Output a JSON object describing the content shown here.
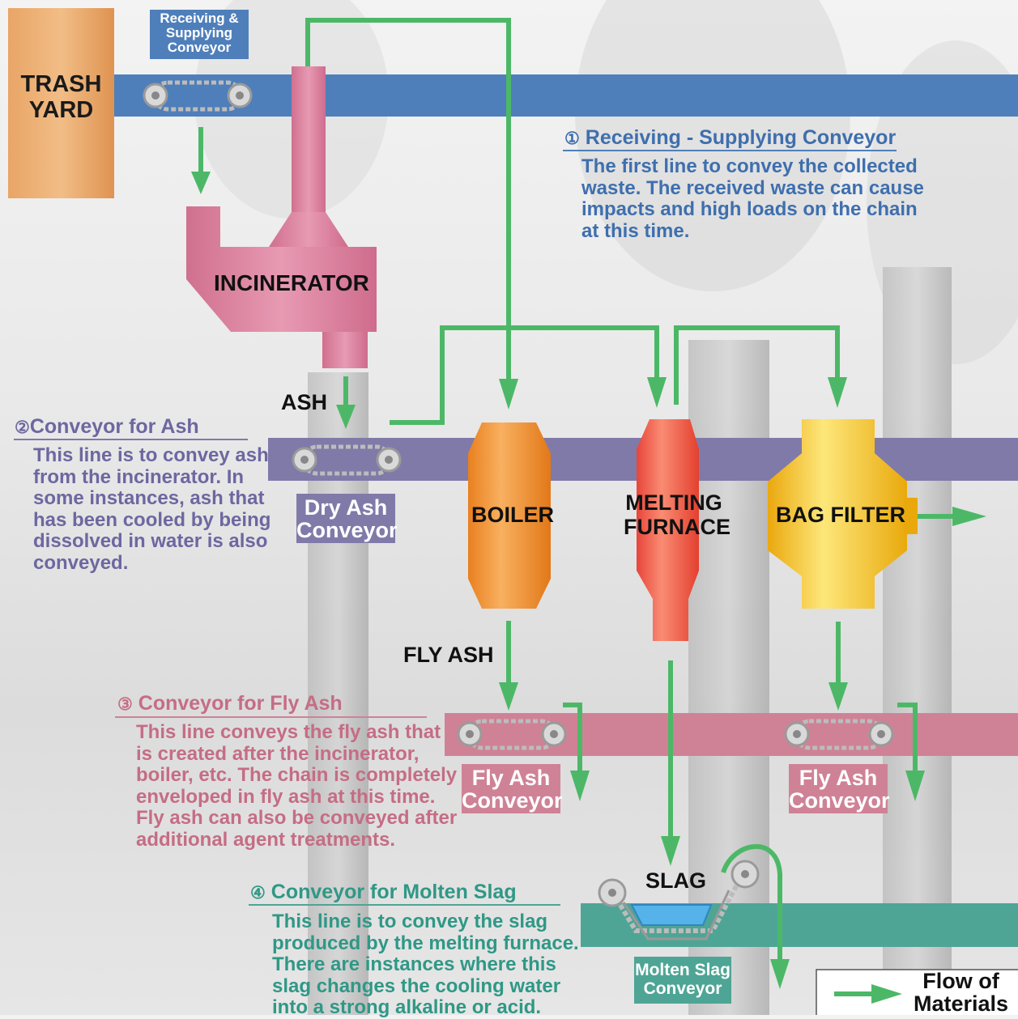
{
  "yard": {
    "label_line1": "TRASH",
    "label_line2": "YARD"
  },
  "labels": {
    "receiving_line1": "Receiving &",
    "receiving_line2": "Supplying",
    "receiving_line3": "Conveyor",
    "dry_ash_line1": "Dry Ash",
    "dry_ash_line2": "Conveyor",
    "fly_ash_line1": "Fly Ash",
    "fly_ash_line2": "Conveyor",
    "molten_line1": "Molten Slag",
    "molten_line2": "Conveyor"
  },
  "equipment": {
    "incinerator": "INCINERATOR",
    "boiler": "BOILER",
    "melting_line1": "MELTING",
    "melting_line2": "FURNACE",
    "bag_filter": "BAG FILTER"
  },
  "materials": {
    "ash": "ASH",
    "fly_ash": "FLY ASH",
    "slag": "SLAG"
  },
  "sections": [
    {
      "number": "①",
      "title": "Receiving - Supplying Conveyor",
      "lines": [
        "The first line to convey the collected",
        "waste. The received waste can cause",
        "impacts and high loads on the chain",
        "at this time."
      ]
    },
    {
      "number": "②",
      "title": "Conveyor for Ash",
      "lines": [
        "This line is to convey ash",
        "from the incinerator. In",
        "some instances, ash that",
        "has been cooled by being",
        "dissolved in water is also",
        "conveyed."
      ]
    },
    {
      "number": "③",
      "title": "Conveyor for Fly Ash",
      "lines": [
        "This line conveys the fly ash that",
        "is created after the incinerator,",
        "boiler, etc. The chain is completely",
        "enveloped in fly ash at this time.",
        "Fly ash can also be conveyed after",
        "additional agent treatments."
      ]
    },
    {
      "number": "④",
      "title": "Conveyor for Molten Slag",
      "lines": [
        "This line is to convey the slag",
        "produced by the melting furnace.",
        "There are instances where this",
        "slag changes the cooling water",
        "into a strong alkaline or acid."
      ]
    }
  ],
  "legend": {
    "line1": "Flow of",
    "line2": "Materials"
  },
  "colors": {
    "blue_conveyor": "#4f7fba",
    "purple_conveyor": "#807aa9",
    "pink_conveyor": "#cf8296",
    "teal_conveyor": "#4ea595",
    "flow_green": "#4cb867",
    "incinerator": "#d97b9b",
    "boiler": "#ec8b2e",
    "melting_furnace": "#ee5a47",
    "bag_filter": "#f4c21e"
  }
}
